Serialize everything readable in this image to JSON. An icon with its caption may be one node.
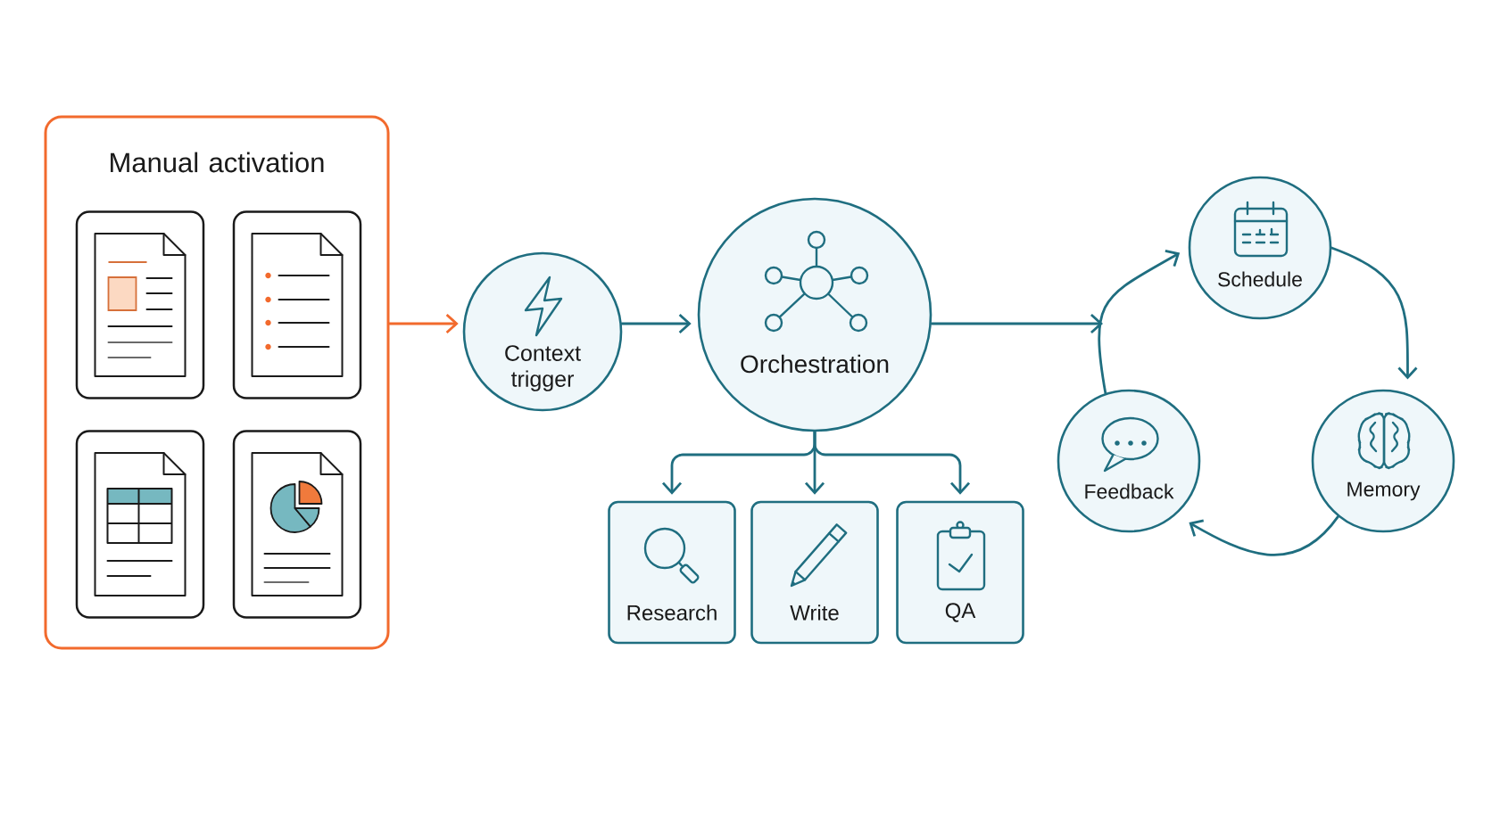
{
  "diagram": {
    "nodes": [
      {
        "text": [
          "Manual activation"
        ]
      },
      {
        "text": [],
        "shape": "picture",
        "in": 0
      },
      {
        "text": [],
        "shape": "picture",
        "in": 0
      },
      {
        "text": [],
        "shape": "picture",
        "in": 0
      },
      {
        "text": [],
        "shape": "picture",
        "in": 0
      },
      {
        "text": [
          "Context trigger"
        ]
      },
      {
        "text": [
          "Orchestration"
        ]
      },
      {
        "text": [
          "Research"
        ]
      },
      {
        "text": [
          "Write"
        ]
      },
      {
        "text": [
          "QA"
        ]
      },
      {
        "text": [
          "Schedule"
        ]
      },
      {
        "text": [
          "Feedback"
        ]
      },
      {
        "text": [
          "Memory"
        ]
      }
    ],
    "edges": [
      {
        "from": 0,
        "to": 5,
        "arrow": "to",
        "color": "#f26a2d"
      },
      {
        "from": 5,
        "to": 6,
        "arrow": "to"
      },
      {
        "from": 6,
        "to": null,
        "arrow": "to"
      },
      {
        "from": 6,
        "to": 7,
        "arrow": "to"
      },
      {
        "from": 6,
        "to": 8,
        "arrow": "to"
      },
      {
        "from": 6,
        "to": 9,
        "arrow": "to"
      },
      {
        "from": 11,
        "to": 10,
        "arrow": "to"
      },
      {
        "from": 10,
        "to": 12,
        "arrow": "to"
      },
      {
        "from": 12,
        "to": 11,
        "arrow": "to"
      }
    ]
  }
}
